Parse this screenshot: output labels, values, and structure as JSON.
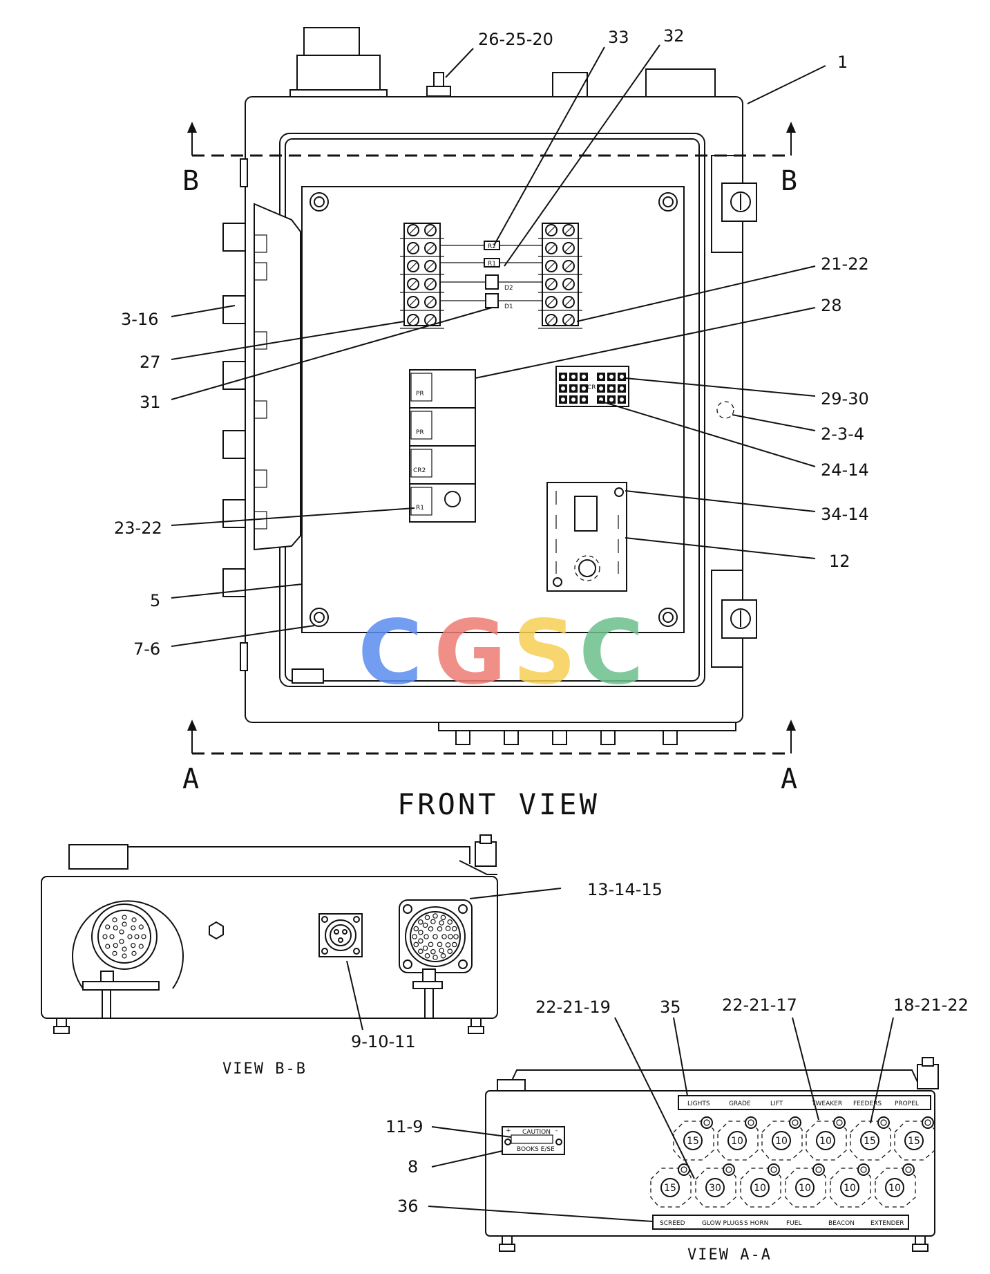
{
  "front_view": {
    "title": "FRONT VIEW",
    "section_b": "B",
    "section_a": "A",
    "callouts": {
      "c1": "1",
      "c26_25_20": "26-25-20",
      "c33": "33",
      "c32": "32",
      "c21_22": "21-22",
      "c28": "28",
      "c3_16": "3-16",
      "c27": "27",
      "c31": "31",
      "c29_30": "29-30",
      "c2_3_4": "2-3-4",
      "c24_14": "24-14",
      "c34_14": "34-14",
      "c23_22": "23-22",
      "c12": "12",
      "c5": "5",
      "c7_6": "7-6"
    },
    "component_labels": {
      "r2": "R2",
      "r1": "R1",
      "d2": "D2",
      "d1": "D1",
      "cr": "CR",
      "relay_a": "PR",
      "relay_b": "PR",
      "relay_c": "CR2",
      "relay_d": "R1"
    }
  },
  "view_bb": {
    "title": "VIEW B-B",
    "callouts": {
      "c13_14_15": "13-14-15",
      "c9_10_11": "9-10-11"
    }
  },
  "view_aa": {
    "title": "VIEW A-A",
    "callouts": {
      "c22_21_19": "22-21-19",
      "c35": "35",
      "c22_21_17": "22-21-17",
      "c18_21_22": "18-21-22",
      "c11_9": "11-9",
      "c8": "8",
      "c36": "36"
    },
    "top_labels": [
      "LIGHTS",
      "GRADE",
      "LIFT",
      "TWEAKER",
      "FEEDERS",
      "PROPEL"
    ],
    "bottom_labels": [
      "SCREED",
      "GLOW PLUGS",
      "S HORN",
      "FUEL",
      "BEACON",
      "EXTENDER"
    ],
    "top_fuses": [
      "15",
      "10",
      "10",
      "10",
      "15",
      "15"
    ],
    "bottom_fuses": [
      "15",
      "30",
      "10",
      "10",
      "10",
      "10"
    ],
    "plate_label": "CAUTION",
    "plate_sub": "BOOKS E/SE",
    "plate_plus": "+",
    "plate_minus": "-"
  },
  "watermark": {
    "letters": [
      "C",
      "G",
      "S",
      "C"
    ],
    "colors": [
      "#5b8def",
      "#ee7b74",
      "#f7cf55",
      "#6dbf8c"
    ]
  }
}
